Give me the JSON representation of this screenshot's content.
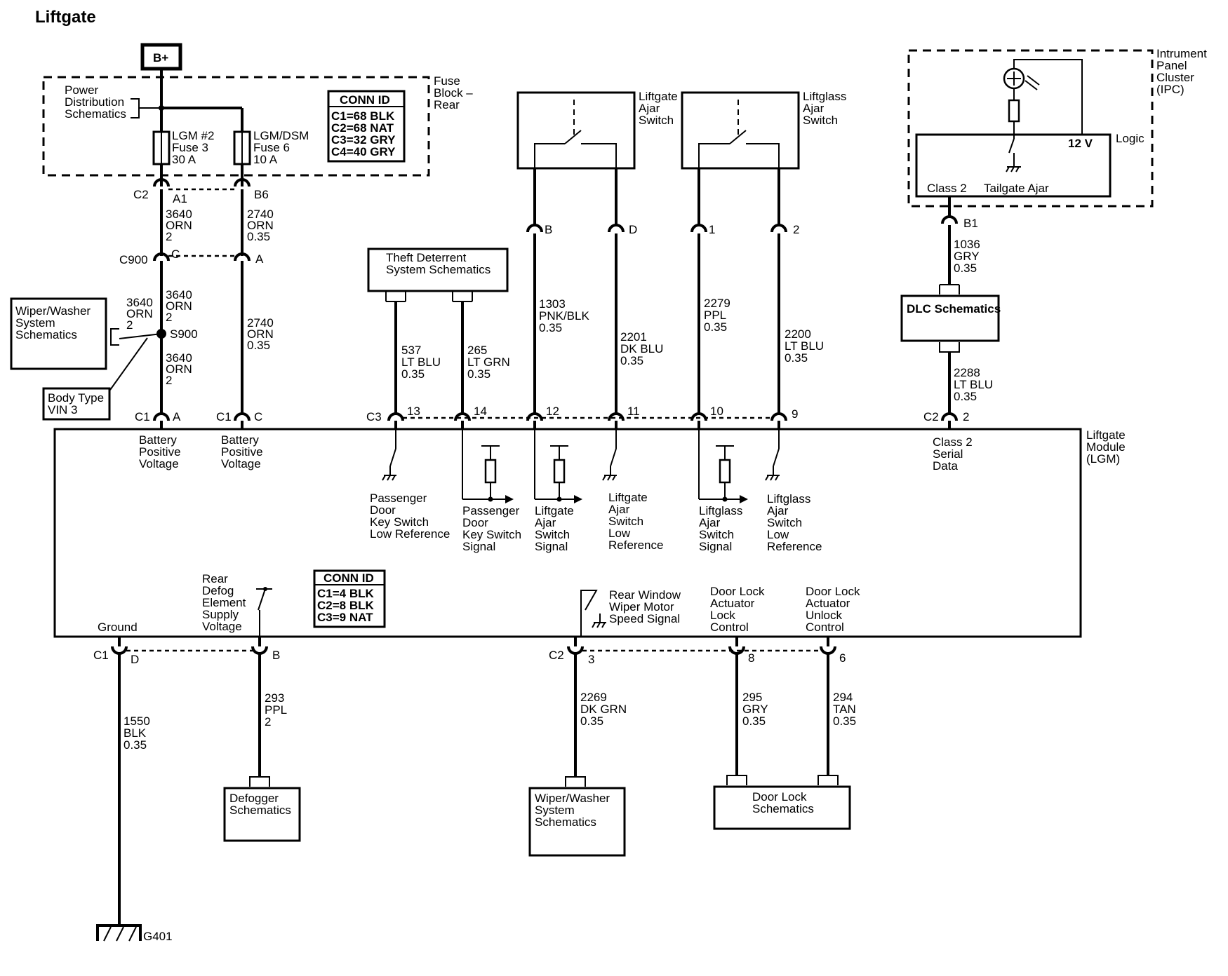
{
  "title": "Liftgate",
  "battery_label": "B+",
  "fuse_block": {
    "label_lines": [
      "Fuse",
      "Block –",
      "Rear"
    ],
    "power_dist_lines": [
      "Power",
      "Distribution",
      "Schematics"
    ],
    "fuse1_lines": [
      "LGM #2",
      "Fuse 3",
      "30 A"
    ],
    "fuse2_lines": [
      "LGM/DSM",
      "Fuse 6",
      "10 A"
    ],
    "conn_id": {
      "title": "CONN ID",
      "lines": [
        "C1=68 BLK",
        "C2=68 NAT",
        "C3=32 GRY",
        "C4=40 GRY"
      ]
    }
  },
  "lgm_conn_id": {
    "title": "CONN ID",
    "lines": [
      "C1=4 BLK",
      "C2=8 BLK",
      "C3=9 NAT"
    ]
  },
  "connectors": {
    "c2": "C2",
    "a1": "A1",
    "b6": "B6",
    "c900": "C900",
    "c": "C",
    "a": "A",
    "s900": "S900",
    "c1_left": "C1",
    "pin_a": "A",
    "c1_mid": "C1",
    "pin_c": "C",
    "c3": "C3",
    "p13": "13",
    "p14": "14",
    "p12": "12",
    "p11": "11",
    "p10": "10",
    "p9": "9",
    "c2_right": "C2",
    "p2": "2",
    "b1": "B1",
    "pin_b_sw": "B",
    "pin_d_sw": "D",
    "pin_1_sw": "1",
    "pin_2_sw": "2",
    "c1_bottom": "C1",
    "pin_d_bottom": "D",
    "pin_b_bottom": "B",
    "c2_bottom": "C2",
    "p3": "3",
    "p8": "8",
    "p6": "6",
    "g401": "G401"
  },
  "wires": {
    "w3640_top": [
      "3640",
      "ORN",
      "2"
    ],
    "w2740_top": [
      "2740",
      "ORN",
      "0.35"
    ],
    "w3640_mid": [
      "3640",
      "ORN",
      "2"
    ],
    "w3640_side": [
      "3640",
      "ORN",
      "2"
    ],
    "w3640_low": [
      "3640",
      "ORN",
      "2"
    ],
    "w2740_low": [
      "2740",
      "ORN",
      "0.35"
    ],
    "w537": [
      "537",
      "LT BLU",
      "0.35"
    ],
    "w265": [
      "265",
      "LT GRN",
      "0.35"
    ],
    "w1303": [
      "1303",
      "PNK/BLK",
      "0.35"
    ],
    "w2201": [
      "2201",
      "DK BLU",
      "0.35"
    ],
    "w2279": [
      "2279",
      "PPL",
      "0.35"
    ],
    "w2200": [
      "2200",
      "LT BLU",
      "0.35"
    ],
    "w1036": [
      "1036",
      "GRY",
      "0.35"
    ],
    "w2288": [
      "2288",
      "LT BLU",
      "0.35"
    ],
    "w1550": [
      "1550",
      "BLK",
      "0.35"
    ],
    "w293": [
      "293",
      "PPL",
      "2"
    ],
    "w2269": [
      "2269",
      "DK GRN",
      "0.35"
    ],
    "w295": [
      "295",
      "GRY",
      "0.35"
    ],
    "w294": [
      "294",
      "TAN",
      "0.35"
    ]
  },
  "boxes": {
    "wiper_washer_top": [
      "Wiper/Washer",
      "System",
      "Schematics"
    ],
    "body_type": [
      "Body Type",
      "VIN 3"
    ],
    "theft": [
      "Theft Deterrent",
      "System Schematics"
    ],
    "liftgate_ajar_switch": [
      "Liftgate",
      "Ajar",
      "Switch"
    ],
    "liftglass_ajar_switch": [
      "Liftglass",
      "Ajar",
      "Switch"
    ],
    "ipc": [
      "Intrument",
      "Panel",
      "Cluster",
      "(IPC)"
    ],
    "ipc_logic": "Logic",
    "ipc_12v": "12 V",
    "ipc_class2": "Class 2",
    "ipc_tailgate": "Tailgate Ajar",
    "dlc": "DLC Schematics",
    "lgm": [
      "Liftgate",
      "Module",
      "(LGM)"
    ],
    "defogger": [
      "Defogger",
      "Schematics"
    ],
    "wiper_washer_bottom": [
      "Wiper/Washer",
      "System",
      "Schematics"
    ],
    "door_lock": [
      "Door Lock",
      "Schematics"
    ]
  },
  "module_labels": {
    "bpv1": [
      "Battery",
      "Positive",
      "Voltage"
    ],
    "bpv2": [
      "Battery",
      "Positive",
      "Voltage"
    ],
    "pdksl": [
      "Passenger",
      "Door",
      "Key Switch",
      "Low Reference"
    ],
    "pdkss": [
      "Passenger",
      "Door",
      "Key Switch",
      "Signal"
    ],
    "lgass": [
      "Liftgate",
      "Ajar",
      "Switch",
      "Signal"
    ],
    "lgaslr": [
      "Liftgate",
      "Ajar",
      "Switch",
      "Low",
      "Reference"
    ],
    "lglss": [
      "Liftglass",
      "Ajar",
      "Switch",
      "Signal"
    ],
    "lglslr": [
      "Liftglass",
      "Ajar",
      "Switch",
      "Low",
      "Reference"
    ],
    "class2": [
      "Class 2",
      "Serial",
      "Data"
    ],
    "ground": "Ground",
    "rear_defog": [
      "Rear",
      "Defog",
      "Element",
      "Supply",
      "Voltage"
    ],
    "rear_wiper": [
      "Rear Window",
      "Wiper Motor",
      "Speed Signal"
    ],
    "dl_lock": [
      "Door Lock",
      "Actuator",
      "Lock",
      "Control"
    ],
    "dl_unlock": [
      "Door Lock",
      "Actuator",
      "Unlock",
      "Control"
    ]
  }
}
